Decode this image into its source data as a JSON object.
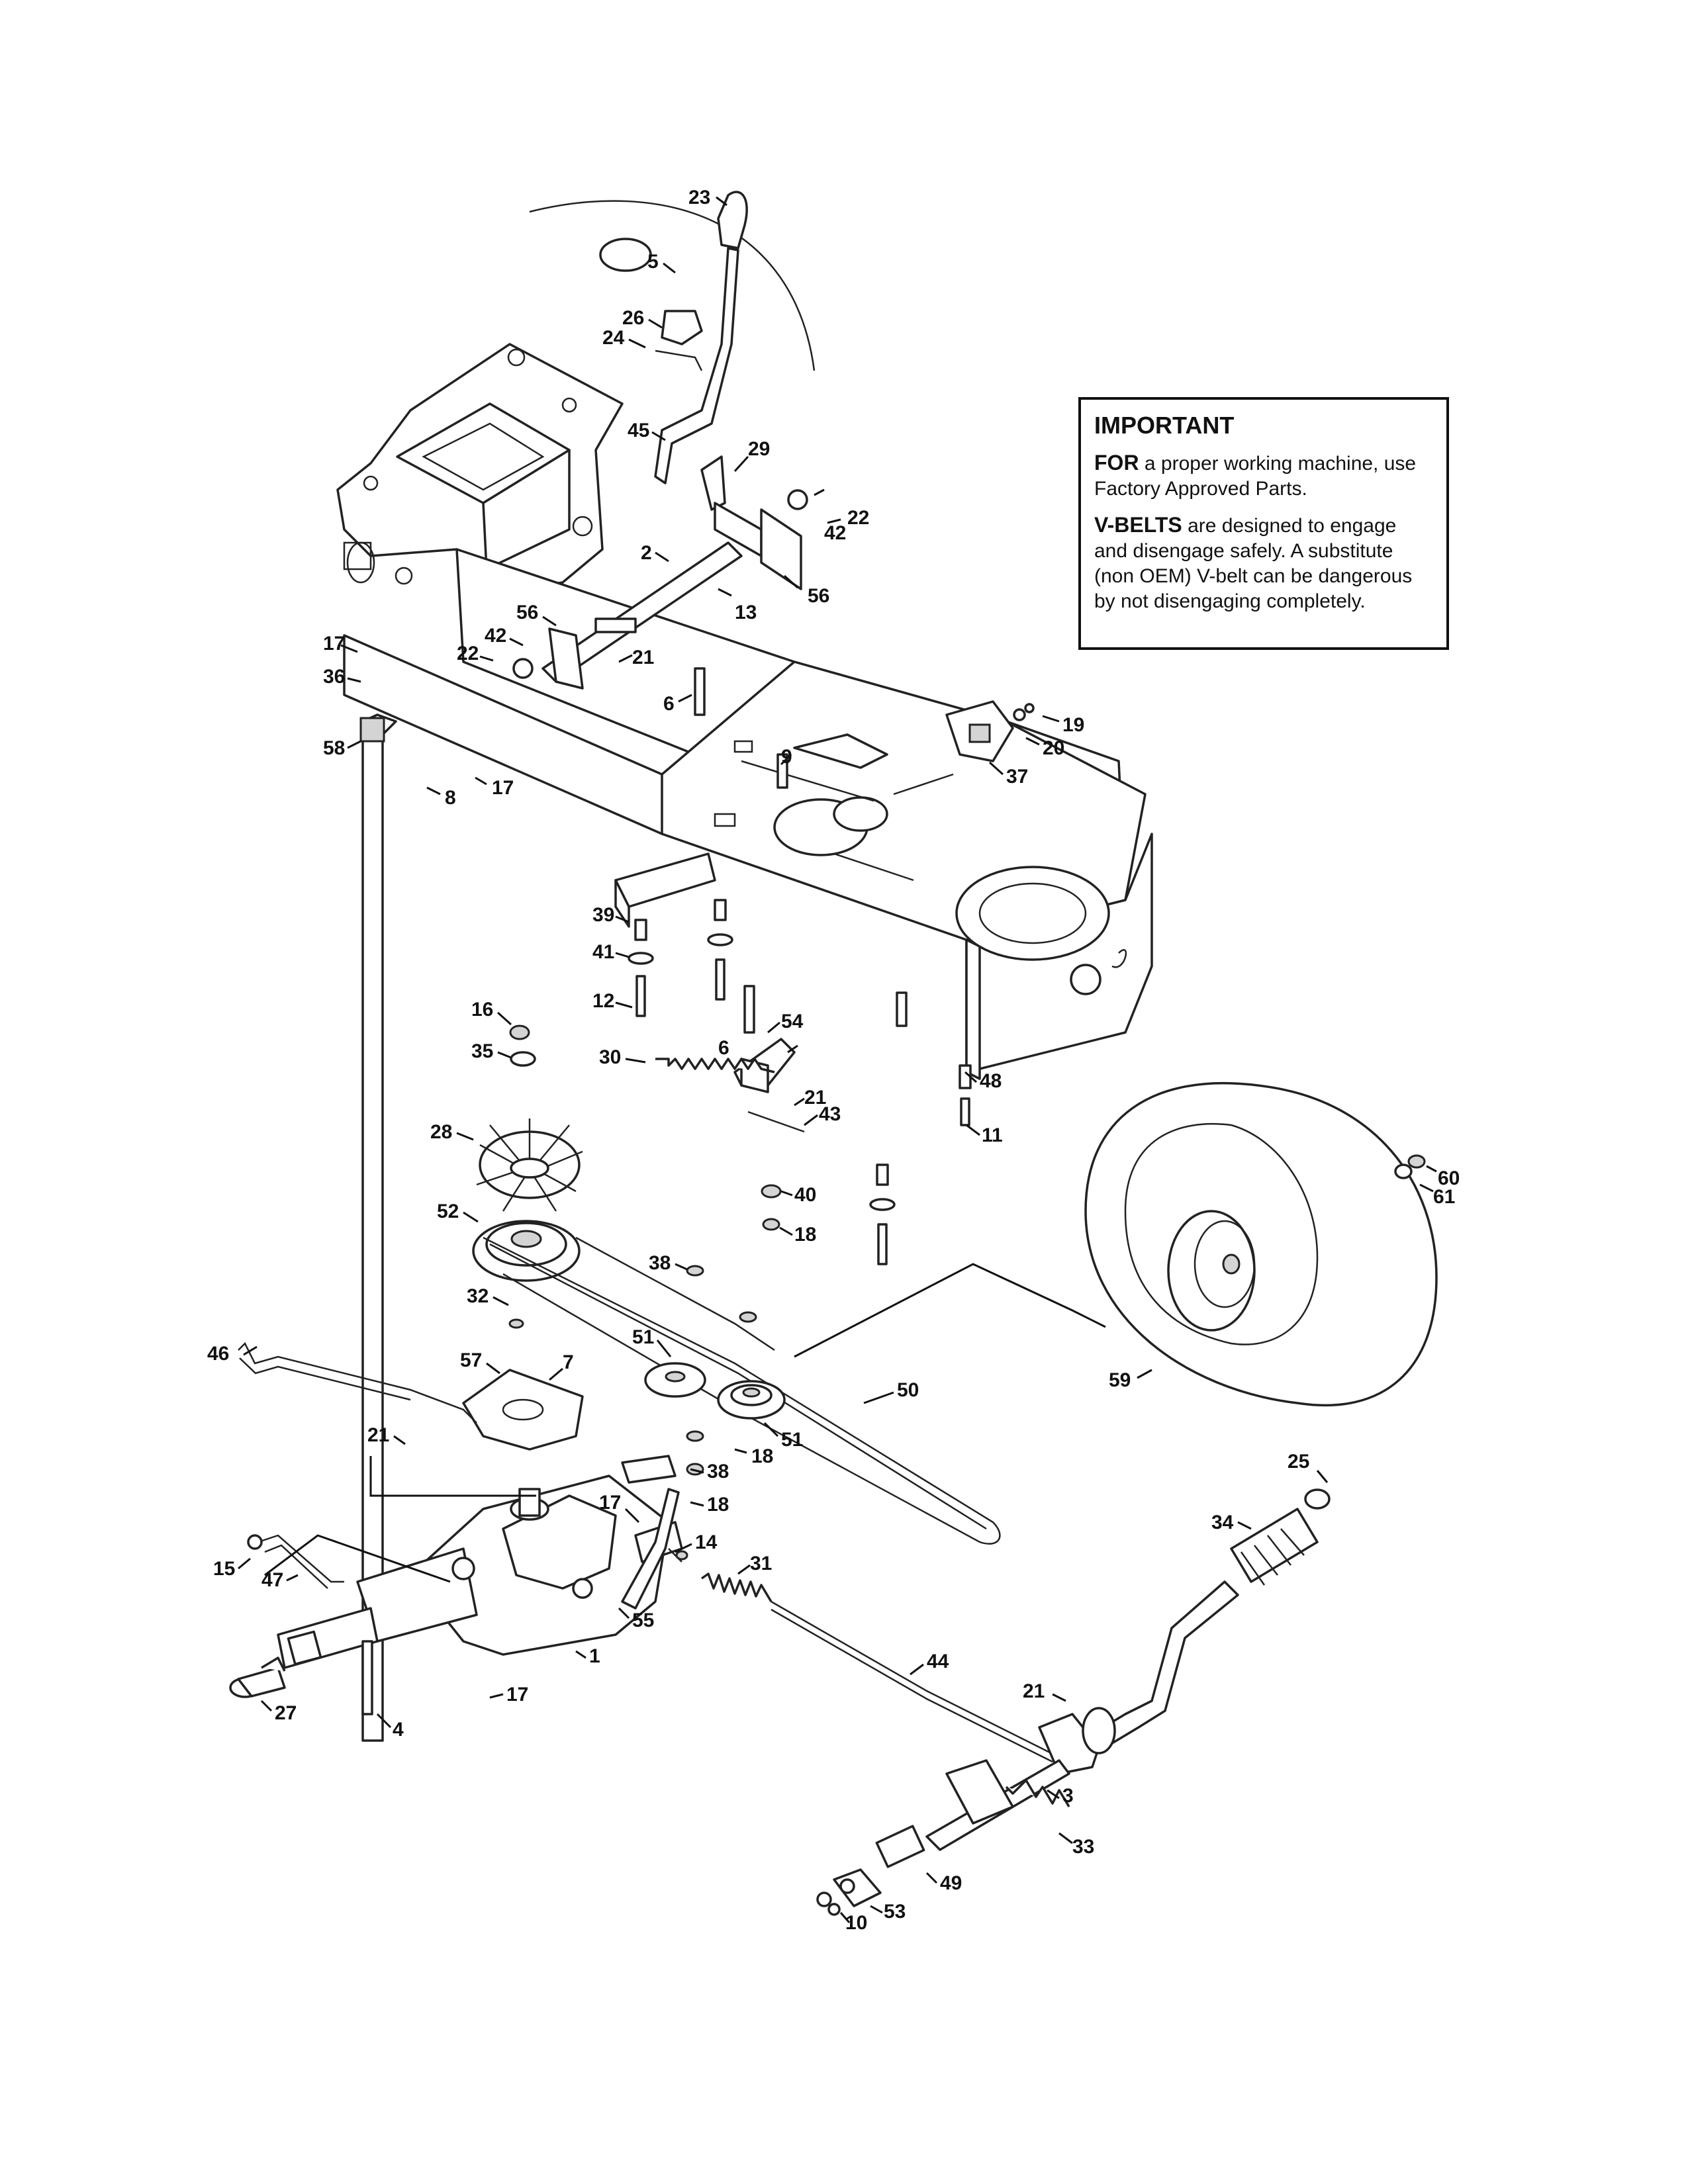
{
  "notice": {
    "title": "IMPORTANT",
    "p1_bold": "FOR",
    "p1_text": " a proper working machine, use Factory Approved Parts.",
    "p2_bold": "V-BELTS",
    "p2_text": " are designed to engage and disengage safely. A substitute (non OEM) V-belt can be dangerous by not disengaging completely."
  },
  "callouts": [
    {
      "id": "c23",
      "text": "23"
    },
    {
      "id": "c5",
      "text": "5"
    },
    {
      "id": "c26",
      "text": "26"
    },
    {
      "id": "c24",
      "text": "24"
    },
    {
      "id": "c45",
      "text": "45"
    },
    {
      "id": "c29",
      "text": "29"
    },
    {
      "id": "c22a",
      "text": "22"
    },
    {
      "id": "c42a",
      "text": "42"
    },
    {
      "id": "c2",
      "text": "2"
    },
    {
      "id": "c13",
      "text": "13"
    },
    {
      "id": "c56a",
      "text": "56"
    },
    {
      "id": "c56b",
      "text": "56"
    },
    {
      "id": "c42b",
      "text": "42"
    },
    {
      "id": "c22b",
      "text": "22"
    },
    {
      "id": "c21a",
      "text": "21"
    },
    {
      "id": "c17a",
      "text": "17"
    },
    {
      "id": "c36",
      "text": "36"
    },
    {
      "id": "c6a",
      "text": "6"
    },
    {
      "id": "c19",
      "text": "19"
    },
    {
      "id": "c20",
      "text": "20"
    },
    {
      "id": "c37",
      "text": "37"
    },
    {
      "id": "c58",
      "text": "58"
    },
    {
      "id": "c8",
      "text": "8"
    },
    {
      "id": "c17b",
      "text": "17"
    },
    {
      "id": "c9",
      "text": "9"
    },
    {
      "id": "c39",
      "text": "39"
    },
    {
      "id": "c41",
      "text": "41"
    },
    {
      "id": "c12",
      "text": "12"
    },
    {
      "id": "c16",
      "text": "16"
    },
    {
      "id": "c35",
      "text": "35"
    },
    {
      "id": "c6b",
      "text": "6"
    },
    {
      "id": "c54",
      "text": "54"
    },
    {
      "id": "c30",
      "text": "30"
    },
    {
      "id": "c21b",
      "text": "21"
    },
    {
      "id": "c43",
      "text": "43"
    },
    {
      "id": "c48",
      "text": "48"
    },
    {
      "id": "c11",
      "text": "11"
    },
    {
      "id": "c28",
      "text": "28"
    },
    {
      "id": "c40",
      "text": "40"
    },
    {
      "id": "c18a",
      "text": "18"
    },
    {
      "id": "c52",
      "text": "52"
    },
    {
      "id": "c38a",
      "text": "38"
    },
    {
      "id": "c60",
      "text": "60"
    },
    {
      "id": "c61",
      "text": "61"
    },
    {
      "id": "c32",
      "text": "32"
    },
    {
      "id": "c51a",
      "text": "51"
    },
    {
      "id": "c59",
      "text": "59"
    },
    {
      "id": "c46",
      "text": "46"
    },
    {
      "id": "c57",
      "text": "57"
    },
    {
      "id": "c7",
      "text": "7"
    },
    {
      "id": "c50",
      "text": "50"
    },
    {
      "id": "c51b",
      "text": "51"
    },
    {
      "id": "c18b",
      "text": "18"
    },
    {
      "id": "c21c",
      "text": "21"
    },
    {
      "id": "c38b",
      "text": "38"
    },
    {
      "id": "c18c",
      "text": "18"
    },
    {
      "id": "c17c",
      "text": "17"
    },
    {
      "id": "c25",
      "text": "25"
    },
    {
      "id": "c14",
      "text": "14"
    },
    {
      "id": "c34",
      "text": "34"
    },
    {
      "id": "c15",
      "text": "15"
    },
    {
      "id": "c47",
      "text": "47"
    },
    {
      "id": "c31",
      "text": "31"
    },
    {
      "id": "c55",
      "text": "55"
    },
    {
      "id": "c1",
      "text": "1"
    },
    {
      "id": "c44",
      "text": "44"
    },
    {
      "id": "c21d",
      "text": "21"
    },
    {
      "id": "c17d",
      "text": "17"
    },
    {
      "id": "c27",
      "text": "27"
    },
    {
      "id": "c4",
      "text": "4"
    },
    {
      "id": "c3",
      "text": "3"
    },
    {
      "id": "c33",
      "text": "33"
    },
    {
      "id": "c49",
      "text": "49"
    },
    {
      "id": "c53",
      "text": "53"
    },
    {
      "id": "c10",
      "text": "10"
    }
  ]
}
